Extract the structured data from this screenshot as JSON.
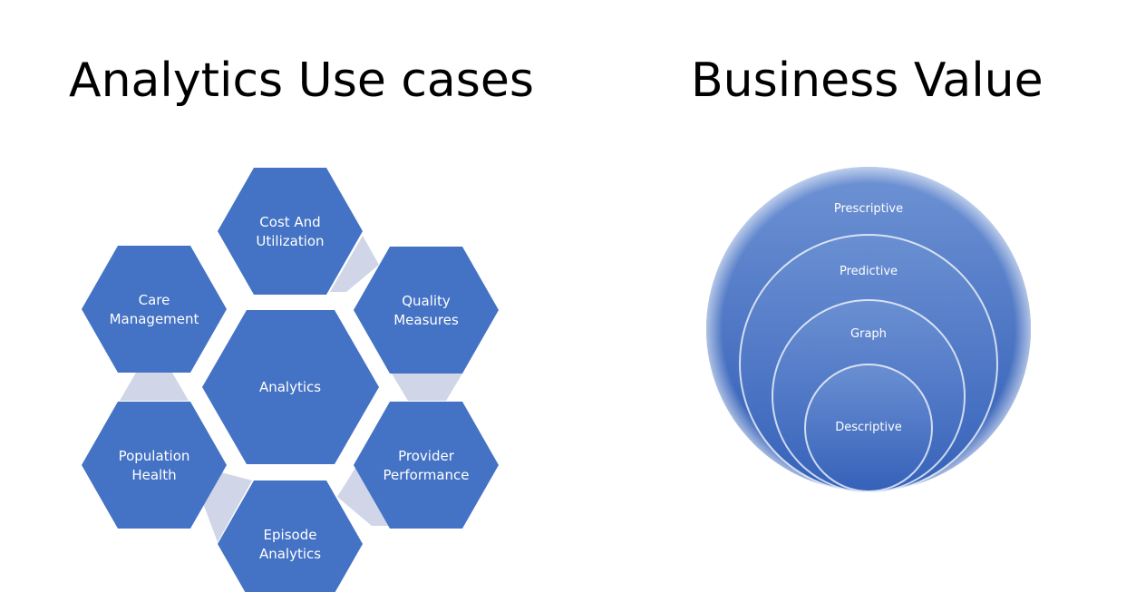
{
  "titles": {
    "left": "Analytics Use cases",
    "right": "Business Value"
  },
  "colors": {
    "hex_fill": "#4472c4",
    "connector_fill": "#d0d5e8",
    "sphere_top": "#6f93d4",
    "sphere_bottom": "#2e5bb5",
    "text": "#ffffff"
  },
  "hex_cycle": {
    "center": {
      "label": [
        "Analytics"
      ]
    },
    "nodes": [
      {
        "id": "cost-and-utilization",
        "label": [
          "Cost And",
          "Utilization"
        ]
      },
      {
        "id": "quality-measures",
        "label": [
          "Quality",
          "Measures"
        ]
      },
      {
        "id": "provider-performance",
        "label": [
          "Provider",
          "Performance"
        ]
      },
      {
        "id": "episode-analytics",
        "label": [
          "Episode",
          "Analytics"
        ]
      },
      {
        "id": "population-health",
        "label": [
          "Population",
          "Health"
        ]
      },
      {
        "id": "care-management",
        "label": [
          "Care",
          "Management"
        ]
      }
    ]
  },
  "nested_circles": {
    "levels": [
      {
        "id": "prescriptive",
        "label": "Prescriptive"
      },
      {
        "id": "predictive",
        "label": "Predictive"
      },
      {
        "id": "graph",
        "label": "Graph"
      },
      {
        "id": "descriptive",
        "label": "Descriptive"
      }
    ]
  }
}
